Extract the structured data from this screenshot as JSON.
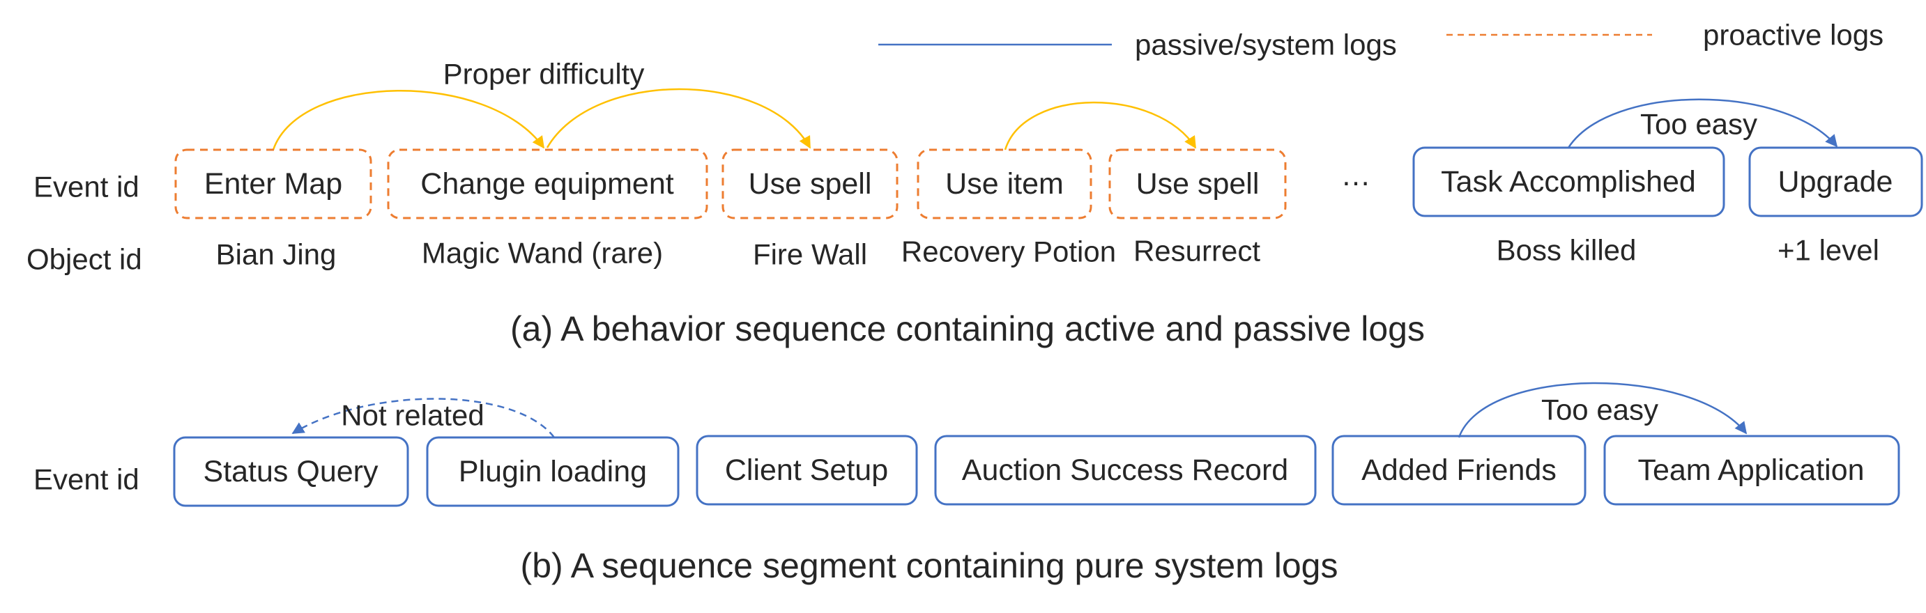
{
  "colors": {
    "passive": "#4472C4",
    "proactive": "#ED7D31",
    "arrow_proactive": "#FFC000",
    "text": "#262626"
  },
  "legend": {
    "passive_label": "passive/system logs",
    "proactive_label": "proactive logs"
  },
  "panel_a": {
    "event_row_label": "Event id",
    "object_row_label": "Object id",
    "events": [
      {
        "label": "Enter Map",
        "object": "Bian Jing",
        "kind": "proactive"
      },
      {
        "label": "Change equipment",
        "object": "Magic Wand (rare)",
        "kind": "proactive"
      },
      {
        "label": "Use spell",
        "object": "Fire Wall",
        "kind": "proactive"
      },
      {
        "label": "Use item",
        "object": "Recovery Potion",
        "kind": "proactive"
      },
      {
        "label": "Use spell",
        "object": "Resurrect",
        "kind": "proactive"
      },
      {
        "label": "Task Accomplished",
        "object": "Boss killed",
        "kind": "passive"
      },
      {
        "label": "Upgrade",
        "object": "+1 level",
        "kind": "passive"
      }
    ],
    "ellipsis": "…",
    "arc_labels": {
      "proper_difficulty": "Proper difficulty",
      "too_easy": "Too easy"
    },
    "caption": "(a) A behavior sequence containing active and passive logs"
  },
  "panel_b": {
    "event_row_label": "Event id",
    "events": [
      {
        "label": "Status Query",
        "kind": "passive"
      },
      {
        "label": "Plugin loading",
        "kind": "passive"
      },
      {
        "label": "Client Setup",
        "kind": "passive"
      },
      {
        "label": "Auction Success Record",
        "kind": "passive"
      },
      {
        "label": "Added Friends",
        "kind": "passive"
      },
      {
        "label": "Team Application",
        "kind": "passive"
      }
    ],
    "arc_labels": {
      "not_related": "Not related",
      "too_easy": "Too easy"
    },
    "caption": "(b) A sequence segment containing pure system logs"
  }
}
